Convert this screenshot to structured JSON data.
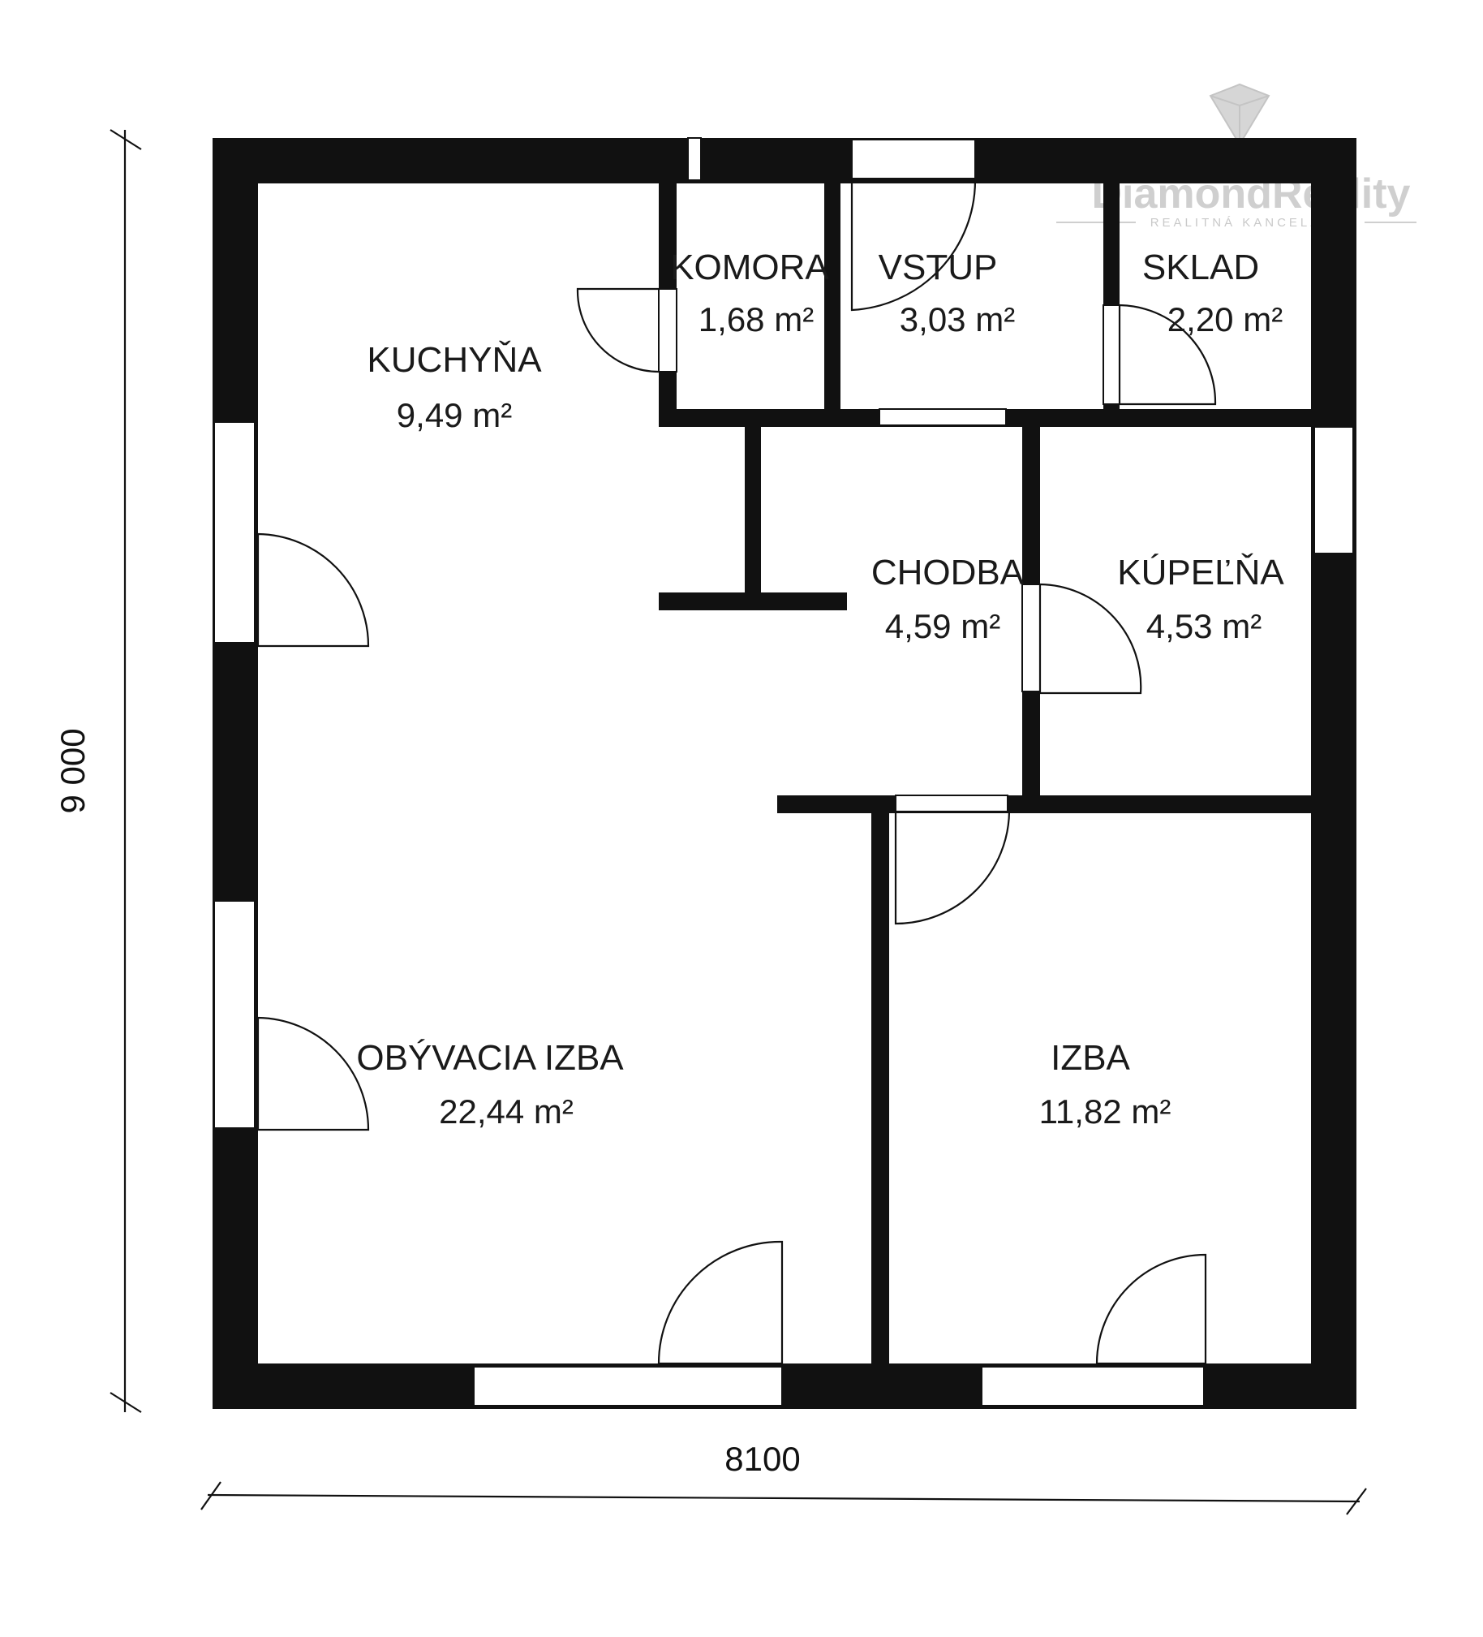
{
  "rooms": {
    "kuchyna": {
      "name": "KUCHYŇA",
      "area": "9,49 m²"
    },
    "komora": {
      "name": "KOMORA",
      "area": "1,68 m²"
    },
    "vstup": {
      "name": "VSTUP",
      "area": "3,03 m²"
    },
    "sklad": {
      "name": "SKLAD",
      "area": "2,20 m²"
    },
    "chodba": {
      "name": "CHODBA",
      "area": "4,59 m²"
    },
    "kupelna": {
      "name": "KÚPEĽŇA",
      "area": "4,53 m²"
    },
    "obyvacia": {
      "name": "OBÝVACIA IZBA",
      "area": "22,44 m²"
    },
    "izba": {
      "name": "IZBA",
      "area": "11,82 m²"
    }
  },
  "dimensions": {
    "height": "9 000",
    "width": "8100"
  },
  "logo": {
    "name": "DiamondReality",
    "subtitle": "REALITNÁ KANCELÁRIA"
  },
  "colors": {
    "wall": "#111111",
    "background": "#ffffff",
    "logo": "#cfcfcf"
  }
}
